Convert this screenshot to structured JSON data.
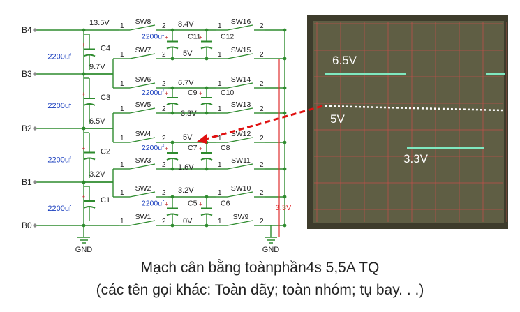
{
  "schematic": {
    "batteries": [
      "B4",
      "B3",
      "B2",
      "B1",
      "B0"
    ],
    "battery_caps": [
      {
        "name": "C4",
        "value": "2200uf"
      },
      {
        "name": "C3",
        "value": "2200uf"
      },
      {
        "name": "C2",
        "value": "2200uf"
      },
      {
        "name": "C1",
        "value": "2200uf"
      }
    ],
    "node_voltages": [
      "13.5V",
      "9.7V",
      "6.5V",
      "3.2V"
    ],
    "switches": [
      "SW8",
      "SW7",
      "SW6",
      "SW5",
      "SW4",
      "SW3",
      "SW2",
      "SW1",
      "SW16",
      "SW15",
      "SW14",
      "SW13",
      "SW12",
      "SW11",
      "SW10",
      "SW9"
    ],
    "fly_caps": [
      "C11",
      "C12",
      "C9",
      "C10",
      "C7",
      "C8",
      "C5",
      "C6"
    ],
    "fly_cap_value": "2200uf",
    "fly_voltages": [
      "8.4V",
      "5V",
      "6.7V",
      "3.3V",
      "5V",
      "1.6V",
      "3.2V",
      "0V"
    ],
    "pin1": "1",
    "pin2": "2",
    "bus_voltage": "3.3V",
    "gnd_label": "GND"
  },
  "scope": {
    "high_level": "6.5V",
    "mid_level": "5V",
    "low_level": "3.3V"
  },
  "caption": {
    "line1": "Mạch cân bằng toànphần4s 5,5A TQ",
    "line2": "(các tên gọi khác: Toàn dãy; toàn nhóm; tụ bay. . .)"
  },
  "colors": {
    "wire": "#2e8b2e",
    "label_blue": "#1a3fbf",
    "bus_red": "#e03030",
    "arrow_red": "#e01010",
    "scope_bg": "#5f5e44",
    "scope_grid": "#c0504a",
    "trace": "#7fe8c0"
  }
}
